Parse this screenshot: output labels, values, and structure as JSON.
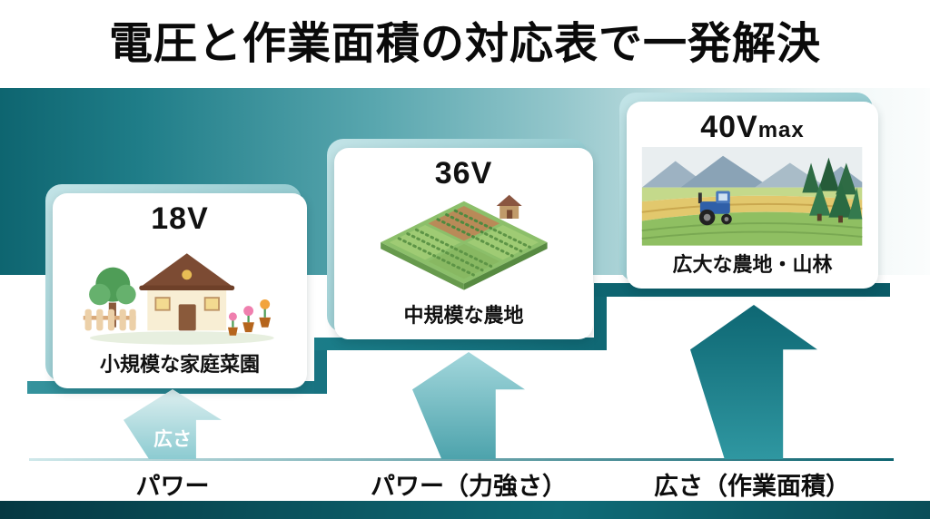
{
  "title": "電圧と作業面積の対応表で一発解決",
  "cards": [
    {
      "voltage": "18V",
      "suffix": "",
      "caption": "小規模な家庭菜園",
      "illustration": "home-garden"
    },
    {
      "voltage": "36V",
      "suffix": "",
      "caption": "中規模な農地",
      "illustration": "medium-farm"
    },
    {
      "voltage": "40V",
      "suffix": "max",
      "caption": "広大な農地・山林",
      "illustration": "large-farm-with-tractor"
    }
  ],
  "arrows": {
    "small_label": "広さ"
  },
  "axis": {
    "labels": [
      "パワー",
      "パワー（力強さ）",
      "広さ（作業面積）"
    ]
  },
  "colors": {
    "accent_dark": "#0a5a66",
    "accent": "#187381",
    "accent_light": "#8ccbd1",
    "background": "#ffffff",
    "text": "#111111"
  }
}
